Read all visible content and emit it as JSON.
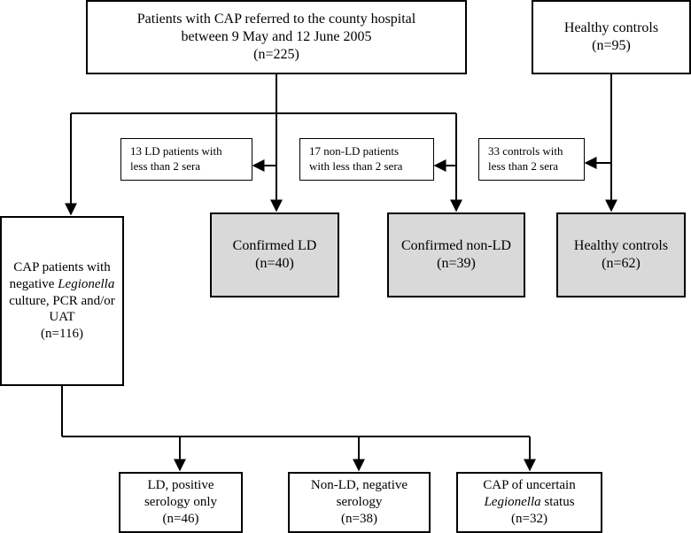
{
  "boxes": {
    "referred": [
      "Patients with CAP referred to the county hospital",
      "between 9 May and 12 June 2005",
      "(n=225)"
    ],
    "healthy_top": [
      "Healthy controls",
      "(n=95)"
    ],
    "excl_ld": [
      "13 LD patients with",
      "less than 2 sera"
    ],
    "excl_nonld": [
      "17 non-LD patients",
      "with less than 2 sera"
    ],
    "excl_controls": [
      "33 controls with",
      "less than 2 sera"
    ],
    "confirmed_ld": [
      "Confirmed LD",
      "(n=40)"
    ],
    "confirmed_nonld": [
      "Confirmed non-LD",
      "(n=39)"
    ],
    "healthy_final": [
      "Healthy controls",
      "(n=62)"
    ],
    "cap_negative": {
      "line1": "CAP patients with",
      "line2_pre": "negative ",
      "line2_em": "Legionella",
      "line3": "culture, PCR and/or",
      "line4": "UAT",
      "line5": "(n=116)"
    },
    "ld_positive": [
      "LD, positive",
      "serology only",
      "(n=46)"
    ],
    "nonld_negative": [
      "Non-LD, negative",
      "serology",
      "(n=38)"
    ],
    "uncertain": {
      "line1": "CAP of uncertain",
      "line2_em": "Legionella",
      "line2_post": " status",
      "line3": "(n=32)"
    }
  }
}
